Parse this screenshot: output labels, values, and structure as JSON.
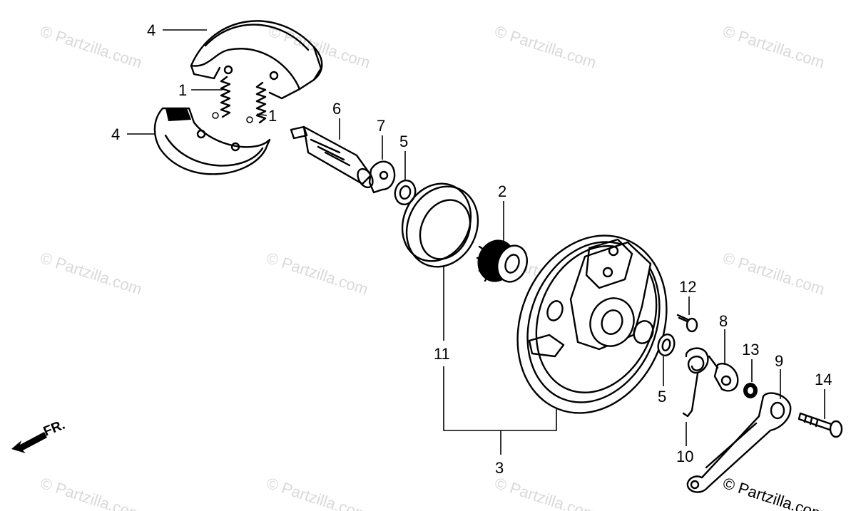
{
  "watermarks": [
    "© Partzilla.com",
    "© Partzilla.com",
    "© Partzilla.com",
    "© Partzilla.com",
    "© Partzilla.com",
    "© Partzilla.com",
    "© Partzilla.com",
    "© Partzilla.com",
    "© Partzilla.com",
    "© Partzilla.com",
    "© Partzilla.com",
    "© Partzilla.com"
  ],
  "callouts": {
    "c1a": "1",
    "c1b": "1",
    "c2": "2",
    "c3": "3",
    "c4a": "4",
    "c4b": "4",
    "c5a": "5",
    "c5b": "5",
    "c6": "6",
    "c7": "7",
    "c8": "8",
    "c9": "9",
    "c10": "10",
    "c11": "11",
    "c12": "12",
    "c13": "13",
    "c14": "14"
  },
  "front_indicator": "FR.",
  "icons": [
    "front-arrow-icon"
  ]
}
